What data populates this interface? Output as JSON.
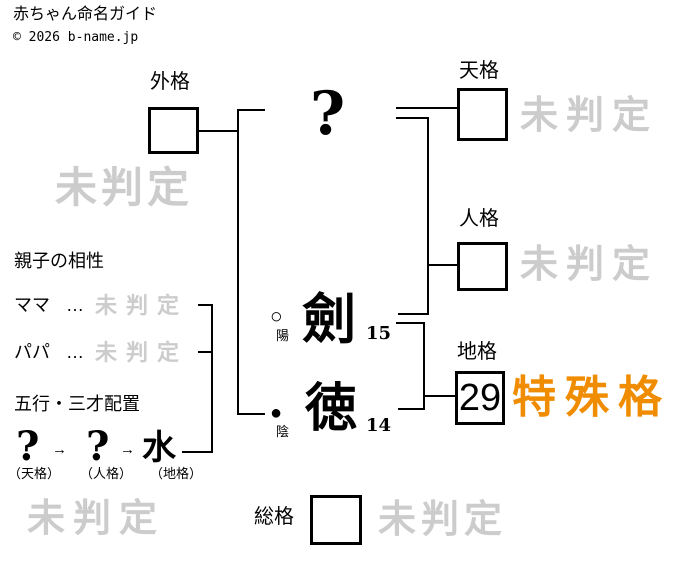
{
  "header": {
    "title": "赤ちゃん命名ガイド",
    "copyright": "© 2026 b-name.jp"
  },
  "kakusu": {
    "gaikaku": {
      "label": "外格",
      "value": "",
      "status": "未判定"
    },
    "tenkaku": {
      "label": "天格",
      "value": "",
      "status": "未判定"
    },
    "jinkaku": {
      "label": "人格",
      "value": "",
      "status": "未判定"
    },
    "chikaku": {
      "label": "地格",
      "value": "29",
      "status": "特殊格"
    },
    "soukaku": {
      "label": "総格",
      "value": "",
      "status": "未判定"
    }
  },
  "name": {
    "surname_placeholder": "?",
    "given_chars": [
      {
        "char": "劍",
        "strokes": "15",
        "polarity_symbol": "○",
        "polarity_label": "陽"
      },
      {
        "char": "徳",
        "strokes": "14",
        "polarity_symbol": "●",
        "polarity_label": "陰"
      }
    ]
  },
  "compatibility": {
    "title": "親子の相性",
    "rows": [
      {
        "label": "ママ",
        "ellipsis": "…",
        "status": "未判定"
      },
      {
        "label": "パパ",
        "ellipsis": "…",
        "status": "未判定"
      }
    ]
  },
  "gogyo": {
    "title": "五行・三才配置",
    "arrow": "→",
    "items": [
      {
        "element": "?",
        "label": "（天格）"
      },
      {
        "element": "?",
        "label": "（人格）"
      },
      {
        "element": "水",
        "label": "（地格）"
      }
    ],
    "status": "未判定"
  },
  "colors": {
    "undetermined_gray": "#cccccc",
    "special_orange": "#ef8c00",
    "line_black": "#000000"
  }
}
